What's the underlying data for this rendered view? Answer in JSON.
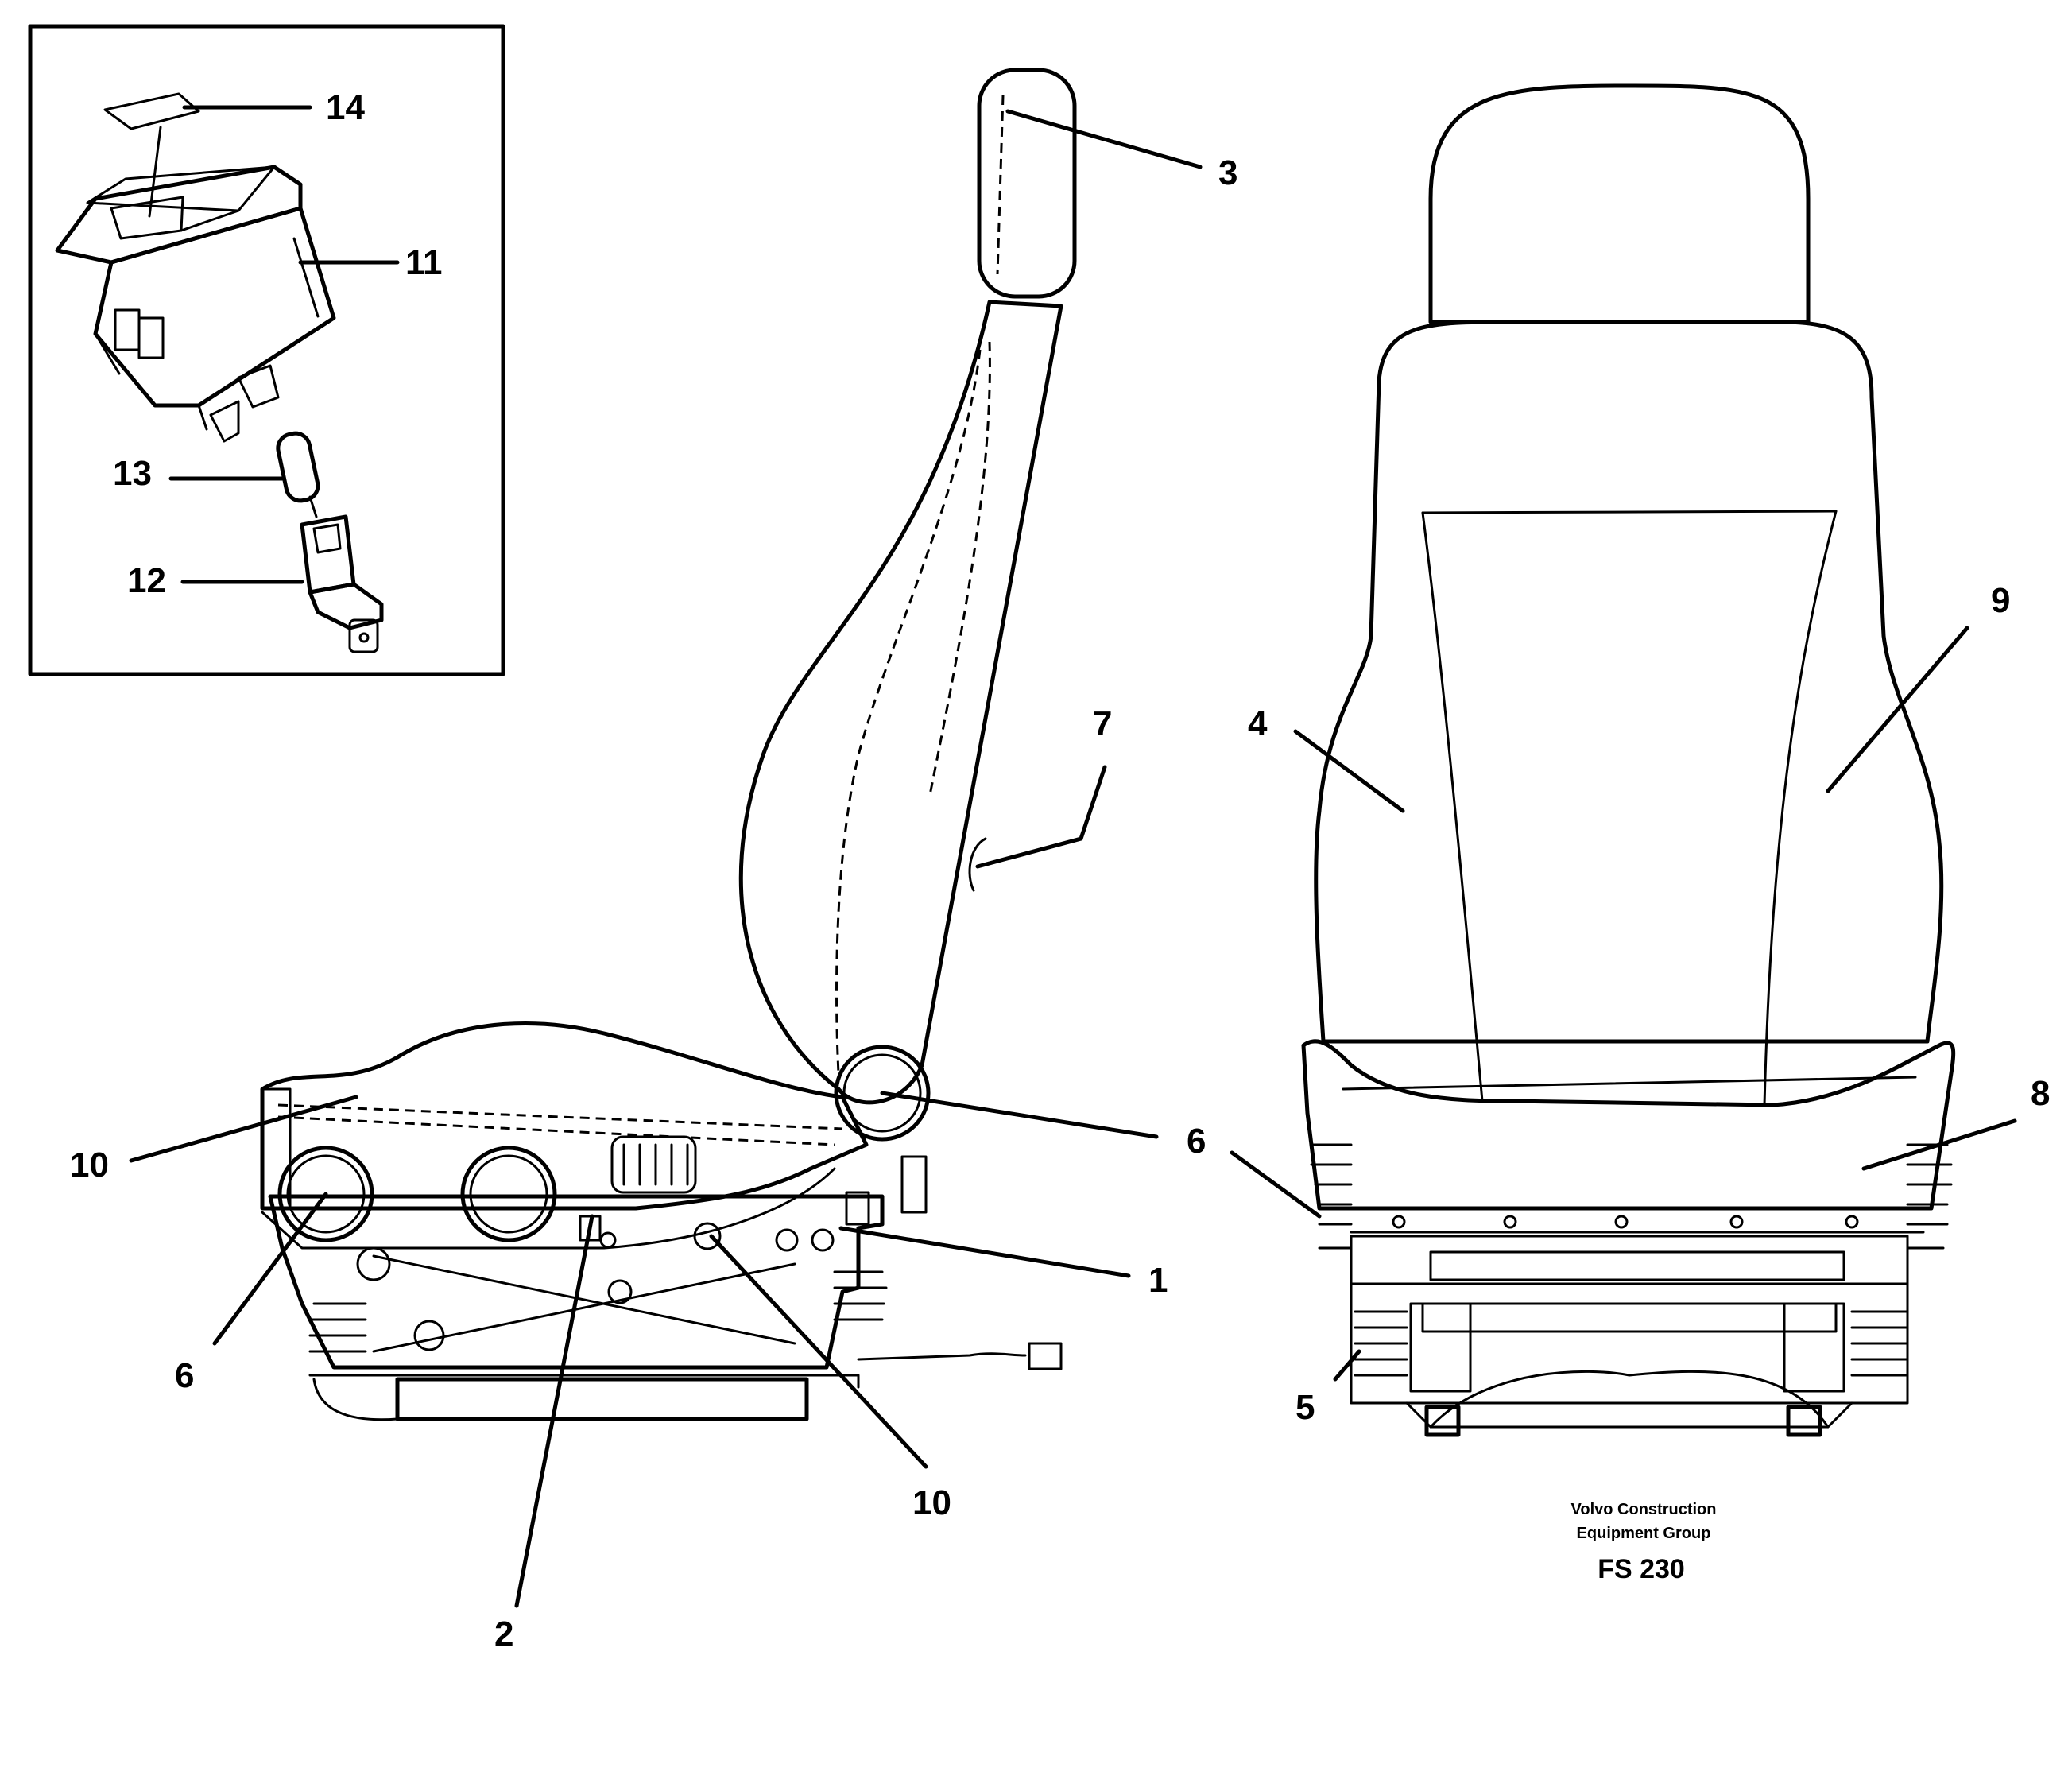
{
  "callouts": {
    "c1": "1",
    "c2": "2",
    "c3": "3",
    "c4": "4",
    "c5": "5",
    "c6a": "6",
    "c6b": "6",
    "c7": "7",
    "c8": "8",
    "c9": "9",
    "c10a": "10",
    "c10b": "10",
    "c11": "11",
    "c12": "12",
    "c13": "13",
    "c14": "14"
  },
  "caption": {
    "line1": "Volvo Construction",
    "line2": "Equipment Group",
    "code": "FS 230"
  }
}
